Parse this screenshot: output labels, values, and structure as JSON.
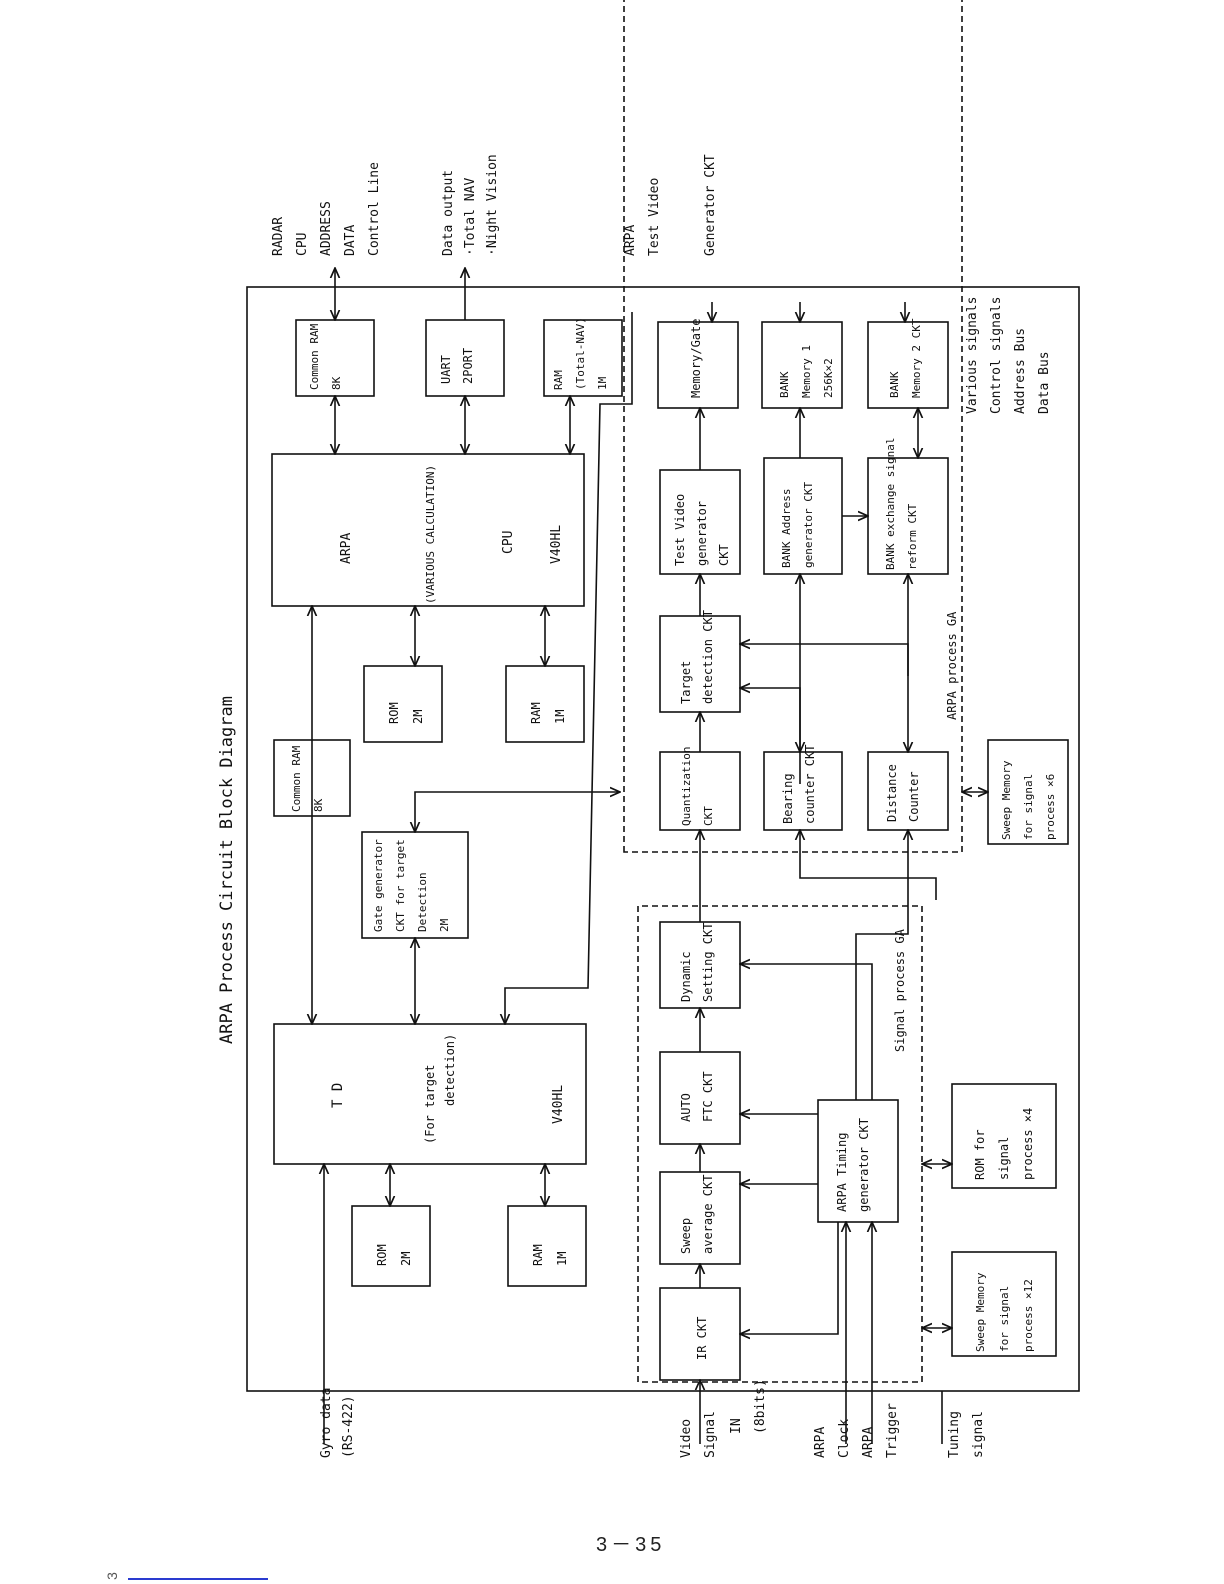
{
  "diagram": {
    "title": "ARPA Process Circuit Block Diagram",
    "page_number": "3－35",
    "corner_mark": "3",
    "external_labels": {
      "radar": [
        "RADAR",
        "CPU",
        "ADDRESS",
        "DATA",
        "Control Line"
      ],
      "data_output": [
        "Data output",
        "·Total NAV",
        "·Night Vision"
      ],
      "arpa_test_video": [
        "ARPA",
        "Test Video"
      ],
      "generator_ckt": [
        "Generator CKT"
      ],
      "various_signals": [
        "Various signals",
        "Control signals",
        "Address Bus",
        "Data Bus"
      ],
      "gyro_data": [
        "Gyro data",
        "(RS-422)"
      ],
      "video_signal": [
        "Video",
        "Signal"
      ],
      "in_8bits": [
        "IN",
        "(8bits)"
      ],
      "arpa_clock": [
        "ARPA",
        "Clock"
      ],
      "arpa_trigger": [
        "ARPA",
        "Trigger"
      ],
      "tuning_signal": [
        "Tuning",
        "signal"
      ]
    },
    "blocks": {
      "common_ram_top": [
        "Common RAM",
        "8K"
      ],
      "uart": [
        "UART",
        "2PORT"
      ],
      "ram_total_nav": [
        "RAM",
        "(Total-NAV)",
        "1M"
      ],
      "memory_gate": [
        "Memory/Gate"
      ],
      "bank_memory1": [
        "BANK",
        "Memory 1",
        "256K×2"
      ],
      "bank_memory2": [
        "BANK",
        "Memory 2 CKT"
      ],
      "arpa_cpu": {
        "arpa": "ARPA",
        "various_calc": "(VARIOUS CALCULATION)",
        "cpu": "CPU",
        "chip": "V40HL"
      },
      "rom_2m_upper": [
        "ROM",
        "2M"
      ],
      "ram_1m_upper": [
        "RAM",
        "1M"
      ],
      "common_ram_mid": [
        "Common RAM",
        "8K"
      ],
      "gate_generator": [
        "Gate generator",
        "CKT for target",
        "Detection",
        "2M"
      ],
      "td": {
        "td": "T D",
        "for_target": "(For target",
        "detection": "detection)",
        "chip": "V40HL"
      },
      "rom_2m_lower": [
        "ROM",
        "2M"
      ],
      "ram_1m_lower": [
        "RAM",
        "1M"
      ],
      "test_video_generator": [
        "Test  Video",
        "generator",
        "CKT"
      ],
      "bank_address_generator": [
        "BANK Address",
        "generator CKT"
      ],
      "bank_exchange": [
        "BANK exchange signal",
        "reform CKT"
      ],
      "target_detection": [
        "Target",
        "detection CKT"
      ],
      "quantization": [
        "Quantization",
        "CKT"
      ],
      "bearing_counter": [
        "Bearing",
        "counter CKT"
      ],
      "distance_counter": [
        "Distance",
        "Counter"
      ],
      "sweep_memory_6": [
        "Sweep Memory",
        "for signal",
        "process ×6"
      ],
      "dynamic_setting": [
        "Dynamic",
        "Setting CKT"
      ],
      "auto_ftc": [
        "AUTO",
        "FTC  CKT"
      ],
      "sweep_average": [
        "Sweep",
        "average CKT"
      ],
      "ir_ckt": [
        "IR  CKT"
      ],
      "arpa_timing": [
        "ARPA Timing",
        "generator CKT"
      ],
      "rom_signal_4": [
        "ROM for",
        "signal",
        "process ×4"
      ],
      "sweep_memory_12": [
        "Sweep Memory",
        "for signal",
        "process ×12"
      ]
    },
    "group_labels": {
      "arpa_process_ga": "ARPA process GA",
      "signal_process_ga": "Signal process GA"
    }
  }
}
